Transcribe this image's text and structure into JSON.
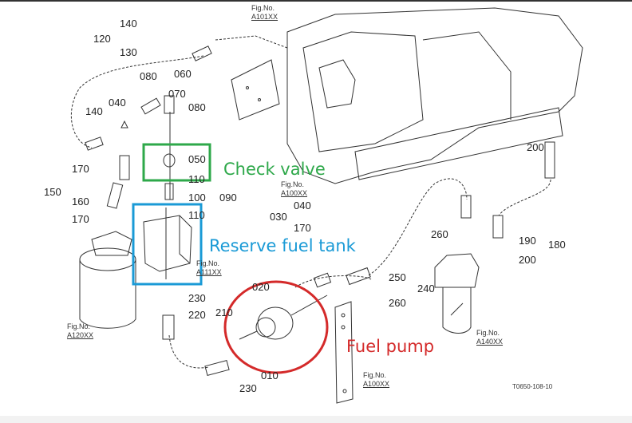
{
  "annotations": {
    "check_valve": {
      "text": "Check valve",
      "color": "#2ea84a"
    },
    "reserve_tank": {
      "text": "Reserve fuel tank",
      "color": "#1a9ad6"
    },
    "fuel_pump": {
      "text": "Fuel pump",
      "color": "#d42a2a"
    }
  },
  "part_numbers": [
    "140",
    "120",
    "130",
    "080",
    "060",
    "070",
    "080",
    "140",
    "040",
    "170",
    "150",
    "160",
    "170",
    "050",
    "110",
    "100",
    "090",
    "110",
    "230",
    "220",
    "210",
    "030",
    "040",
    "170",
    "020",
    "010",
    "230",
    "250",
    "240",
    "260",
    "260",
    "190",
    "180",
    "200",
    "200"
  ],
  "figure_refs": [
    {
      "label": "Fig.No.",
      "code": "A101XX"
    },
    {
      "label": "Fig.No.",
      "code": "A100XX"
    },
    {
      "label": "Fig.No.",
      "code": "A111XX"
    },
    {
      "label": "Fig.No.",
      "code": "A120XX"
    },
    {
      "label": "Fig.No.",
      "code": "A140XX"
    },
    {
      "label": "Fig.No.",
      "code": "A100XX"
    }
  ],
  "drawing_number": "T0650-108-10"
}
